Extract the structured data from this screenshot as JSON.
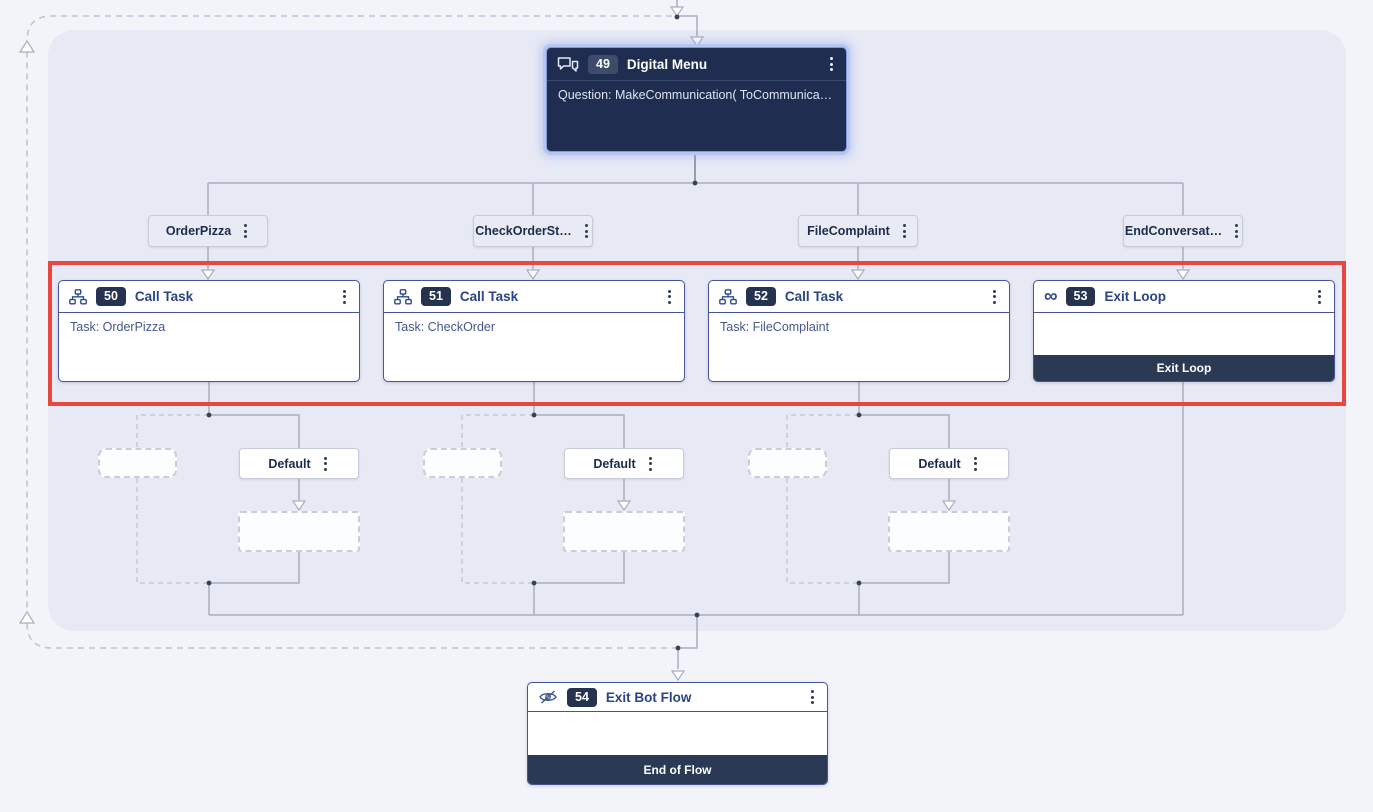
{
  "colors": {
    "highlight_red": "#e8473f",
    "selected_node_bg": "#1e2d50",
    "selection_ring": "#b6c6f3",
    "footer_navy": "#2b3a54",
    "title_blue": "#2a4487",
    "edge_gray": "#a8aec1",
    "loop_container_bg": "#e7e9f5"
  },
  "root_node": {
    "icon": "chat-bubbles-icon",
    "id": "49",
    "title": "Digital Menu",
    "body": "Question: MakeCommunication( ToCommunica…",
    "menu_icon": "kebab-menu-icon",
    "selected": true
  },
  "branch_labels": [
    {
      "label": "OrderPizza",
      "menu_icon": "kebab-menu-icon"
    },
    {
      "label": "CheckOrderSt…",
      "menu_icon": "kebab-menu-icon"
    },
    {
      "label": "FileComplaint",
      "menu_icon": "kebab-menu-icon"
    },
    {
      "label": "EndConversat…",
      "menu_icon": "kebab-menu-icon"
    }
  ],
  "task_nodes": [
    {
      "icon": "sitemap-icon",
      "id": "50",
      "title": "Call Task",
      "body": "Task: OrderPizza",
      "menu_icon": "kebab-menu-icon"
    },
    {
      "icon": "sitemap-icon",
      "id": "51",
      "title": "Call Task",
      "body": "Task: CheckOrder",
      "menu_icon": "kebab-menu-icon"
    },
    {
      "icon": "sitemap-icon",
      "id": "52",
      "title": "Call Task",
      "body": "Task: FileComplaint",
      "menu_icon": "kebab-menu-icon"
    },
    {
      "icon": "infinity-icon",
      "id": "53",
      "title": "Exit Loop",
      "body": "",
      "footer": "Exit Loop",
      "menu_icon": "kebab-menu-icon"
    }
  ],
  "default_branches": [
    {
      "label": "Default",
      "menu_icon": "kebab-menu-icon"
    },
    {
      "label": "Default",
      "menu_icon": "kebab-menu-icon"
    },
    {
      "label": "Default",
      "menu_icon": "kebab-menu-icon"
    }
  ],
  "exit_node": {
    "icon": "eye-slash-icon",
    "id": "54",
    "title": "Exit Bot Flow",
    "body": "",
    "footer": "End of Flow",
    "menu_icon": "kebab-menu-icon"
  }
}
